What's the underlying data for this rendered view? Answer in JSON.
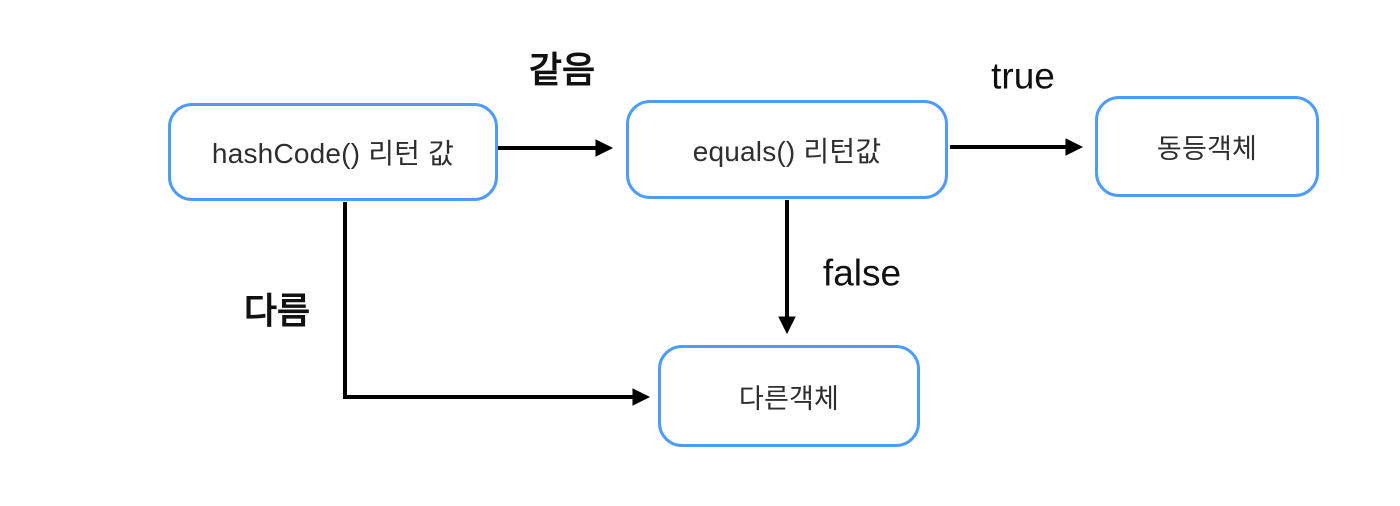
{
  "diagram": {
    "type": "flowchart",
    "nodes": [
      {
        "id": "hashcode-return",
        "label": "hashCode() 리턴 값"
      },
      {
        "id": "equals-return",
        "label": "equals() 리턴값"
      },
      {
        "id": "equal-object",
        "label": "동등객체"
      },
      {
        "id": "different-object",
        "label": "다른객체"
      }
    ],
    "edges": [
      {
        "from": "hashcode-return",
        "to": "equals-return",
        "label": "같음"
      },
      {
        "from": "equals-return",
        "to": "equal-object",
        "label": "true"
      },
      {
        "from": "equals-return",
        "to": "different-object",
        "label": "false"
      },
      {
        "from": "hashcode-return",
        "to": "different-object",
        "label": "다름"
      }
    ],
    "colors": {
      "node_border": "#4D9BFC",
      "node_fill": "#FFFFFF",
      "node_text": "#2E2E2E",
      "edge": "#000000",
      "label_text": "#111111",
      "background": "#FFFFFF"
    }
  }
}
